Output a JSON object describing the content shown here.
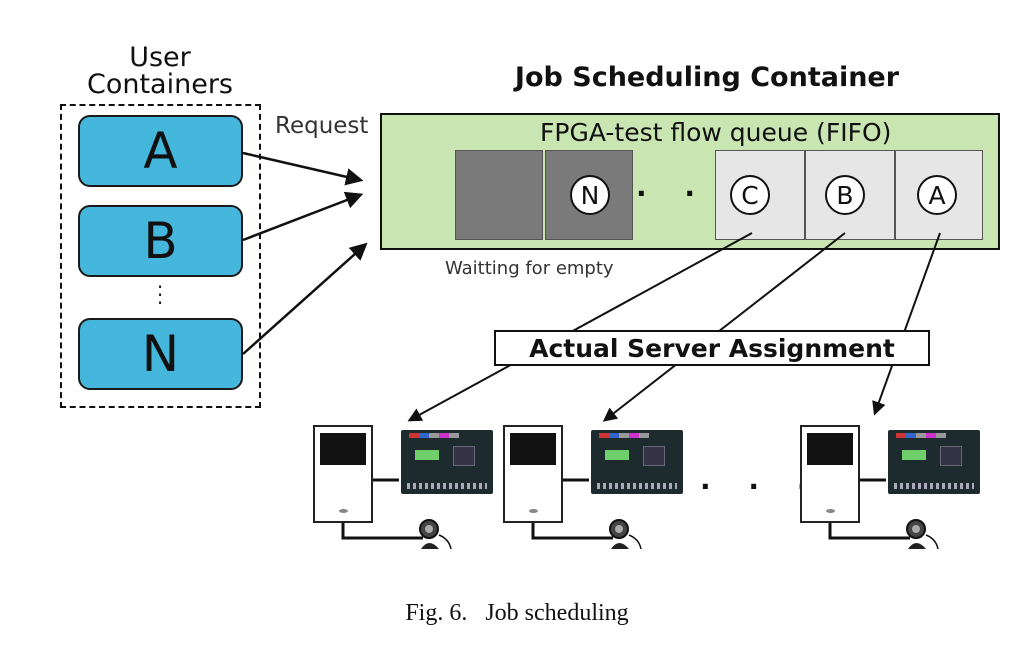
{
  "user_containers": {
    "title_line1": "User",
    "title_line2": "Containers",
    "items": [
      "A",
      "B",
      "N"
    ],
    "dots": ":"
  },
  "job_scheduling": {
    "title": "Job Scheduling Container",
    "request_label": "Request",
    "queue_title": "FPGA-test flow queue (FIFO)",
    "queue_items": [
      "N",
      "C",
      "B",
      "A"
    ],
    "dots": "· · ·",
    "waiting_label": "Waitting for empty"
  },
  "assignment_label": "Actual Server Assignment",
  "servers": {
    "count_shown": 3,
    "dots": "· · ·"
  },
  "caption": {
    "fig_label": "Fig. 6.",
    "text": "Job scheduling"
  },
  "colors": {
    "user_box": "#45b7dc",
    "queue_bg": "#c9e5b2",
    "slot_dark": "#7a7a7a",
    "slot_light": "#e6e6e6"
  }
}
